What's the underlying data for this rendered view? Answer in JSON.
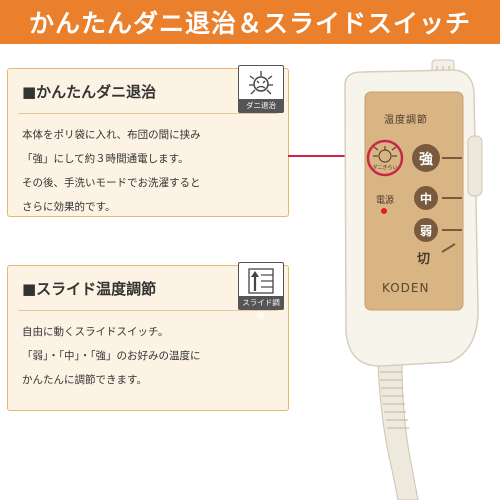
{
  "header": {
    "title": "かんたんダニ退治＆スライドスイッチ"
  },
  "cards": [
    {
      "title": "■かんたんダニ退治",
      "badge": "ダニ退治",
      "lines": [
        "本体をポリ袋に入れ、布団の間に挟み",
        "「強」にして約３時間通電します。",
        "その後、手洗いモードでお洗濯すると",
        "さらに効果的です。"
      ]
    },
    {
      "title": "■スライド温度調節",
      "badge": "スライド調節",
      "lines": [
        "自由に動くスライドスイッチ。",
        "「弱」・「中」・「強」のお好みの温度に",
        "かんたんに調節できます。"
      ]
    }
  ],
  "device": {
    "panel_title": "温度調節",
    "mite_label": "ダニきらい",
    "power_label": "電源",
    "high": "強",
    "mid": "中",
    "low": "弱",
    "off": "切",
    "brand": "KODEN"
  },
  "colors": {
    "header": "#ea7f2c",
    "card_bg": "#fdf3e4",
    "card_border": "#e9b66e",
    "accent_red": "#c8264a",
    "panel": "#d9b584",
    "button": "#7a5a3e"
  }
}
